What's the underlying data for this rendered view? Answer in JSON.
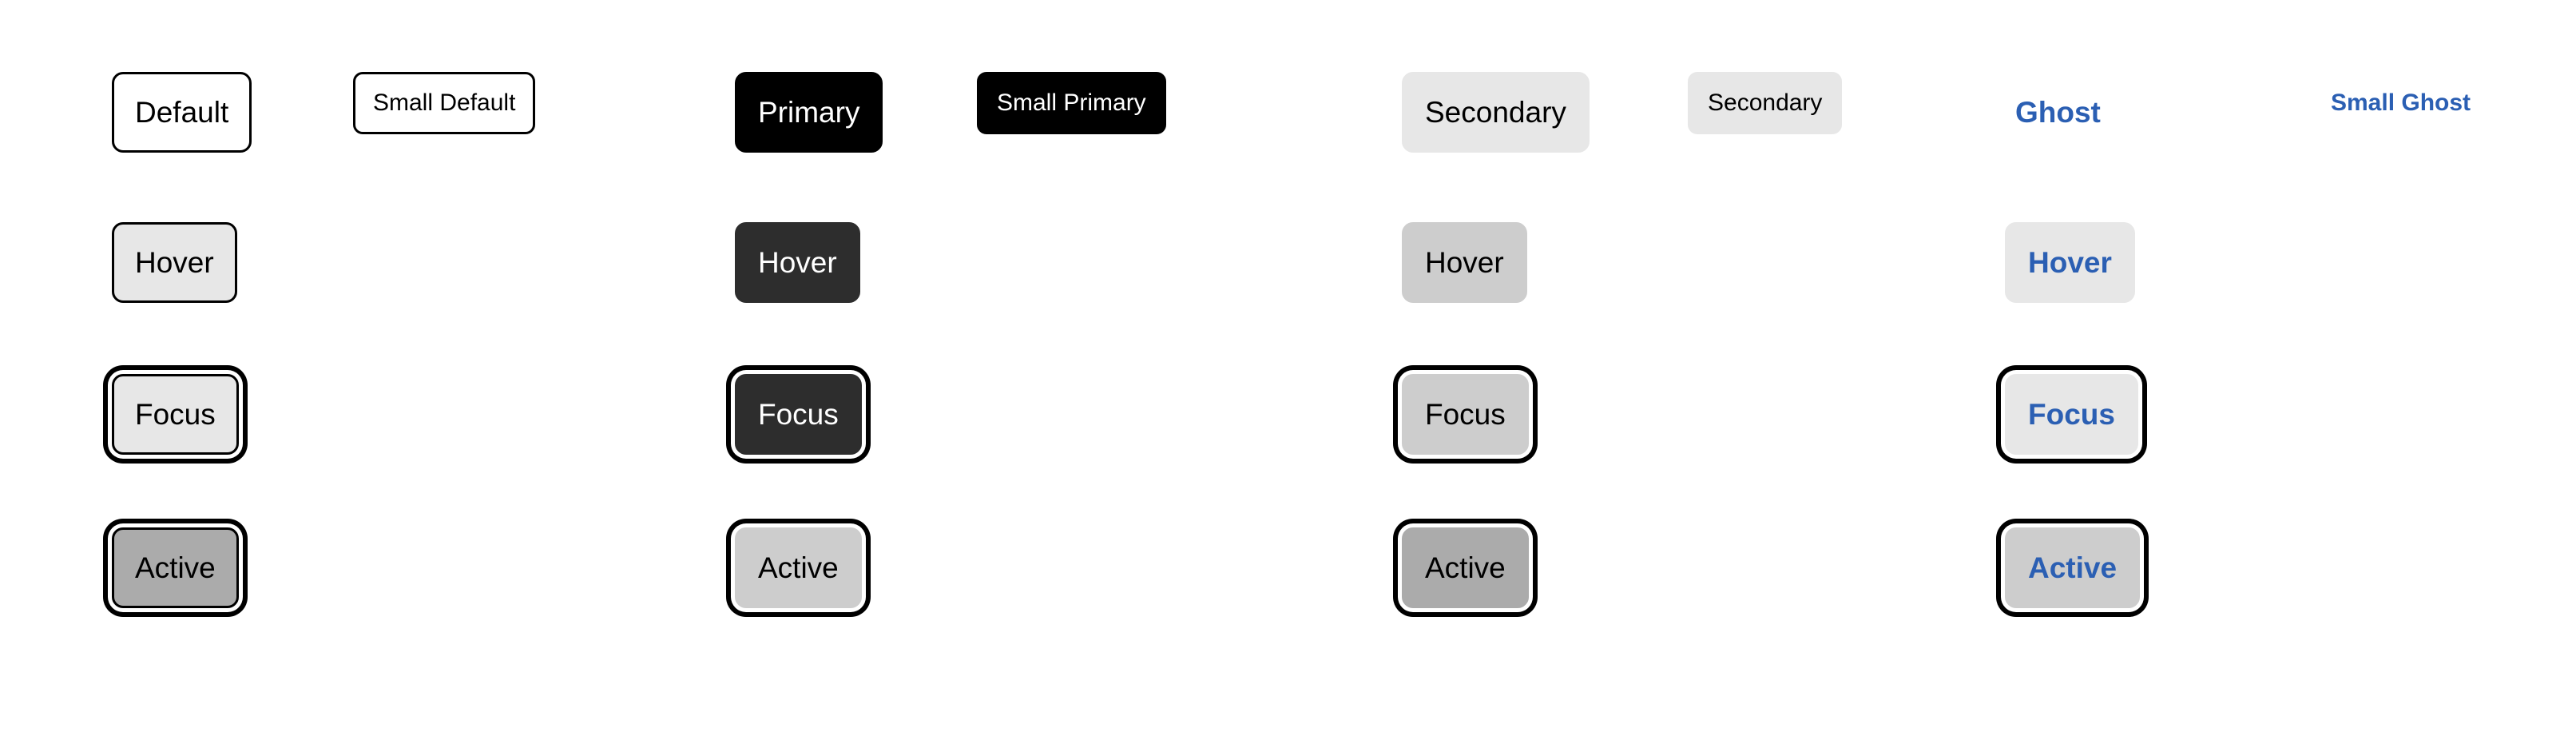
{
  "page": {
    "title": "Button component states matrix",
    "background": "#ffffff"
  },
  "colors": {
    "black": "#000000",
    "white": "#ffffff",
    "primary_hover": "#2d2d2d",
    "surface_light": "#e7e7e7",
    "surface_mid": "#cdcdcd",
    "surface_dark": "#ababab",
    "ghost_blue": "#2b5fb3",
    "focus_ring": "#000000",
    "focus_gap": "#ffffff"
  },
  "states": [
    "Default",
    "Hover",
    "Focus",
    "Active"
  ],
  "sizes": [
    "large",
    "small"
  ],
  "columns": [
    {
      "key": "default",
      "variant_label": "Default",
      "buttons": {
        "base_large": "Default",
        "base_small": "Small Default",
        "hover": "Hover",
        "focus": "Focus",
        "active": "Active"
      }
    },
    {
      "key": "primary",
      "variant_label": "Primary",
      "buttons": {
        "base_large": "Primary",
        "base_small": "Small Primary",
        "hover": "Hover",
        "focus": "Focus",
        "active": "Active"
      }
    },
    {
      "key": "secondary",
      "variant_label": "Secondary",
      "buttons": {
        "base_large": "Secondary",
        "base_small": "Secondary",
        "hover": "Hover",
        "focus": "Focus",
        "active": "Active"
      }
    },
    {
      "key": "ghost",
      "variant_label": "Ghost",
      "buttons": {
        "base_large": "Ghost",
        "base_small": "Small Ghost",
        "hover": "Hover",
        "focus": "Focus",
        "active": "Active"
      }
    }
  ]
}
